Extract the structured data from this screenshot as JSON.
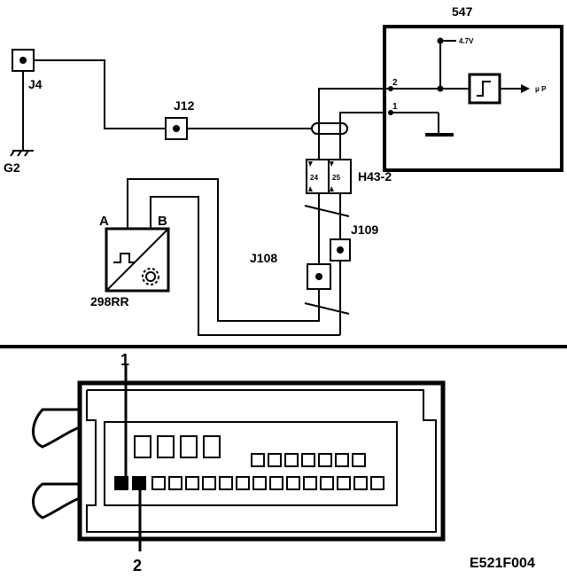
{
  "labels": {
    "ecu": "547",
    "supply_voltage": "4.7V",
    "output": "μ P",
    "pin2": "2",
    "pin1": "1",
    "j4": "J4",
    "g2": "G2",
    "j12": "J12",
    "connector": "H43-2",
    "pin24": "24",
    "pin25": "25",
    "j109": "J109",
    "j108": "J108",
    "sensor": "298RR",
    "term_a": "A",
    "term_b": "B",
    "callout1": "1",
    "callout2": "2",
    "figure_code": "E521F004"
  },
  "colors": {
    "line": "#000000",
    "background": "#ffffff"
  }
}
